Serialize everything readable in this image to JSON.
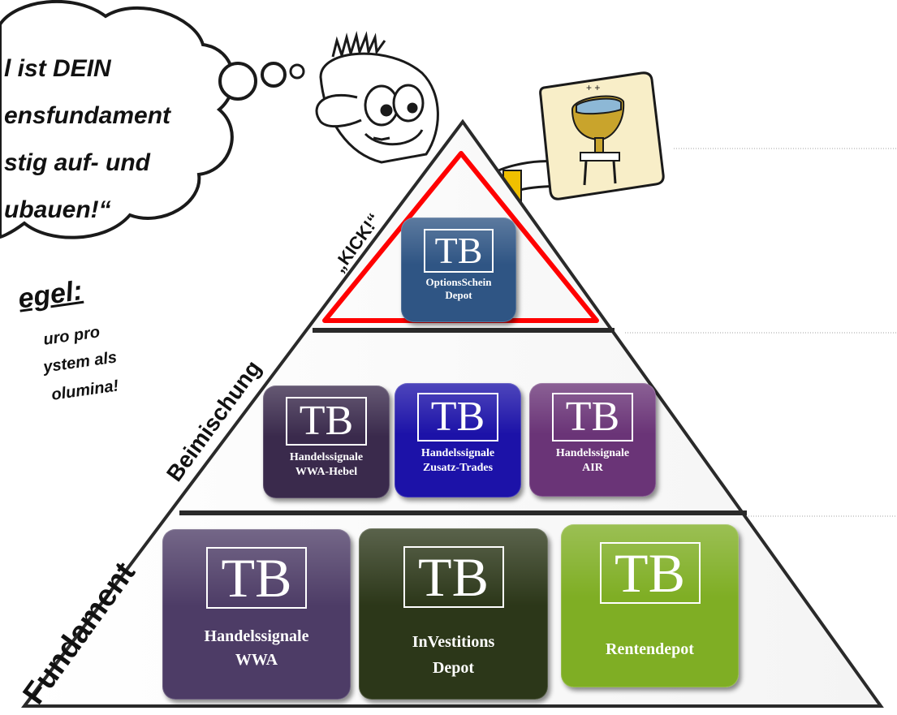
{
  "thought_bubble": {
    "line1": "l ist DEIN",
    "line2": "ensfundament",
    "line3": "stig auf- und",
    "line4": "ubauen!“"
  },
  "rule": {
    "heading": "egel:",
    "line1": "uro pro",
    "line2": "ystem als",
    "line3": "olumina!"
  },
  "levels": {
    "kick": "„KICK!“",
    "beimischung": "Beimischung",
    "fundament": "Fundament"
  },
  "logo_text": "TB",
  "tiles": {
    "options": {
      "line1": "OptionsSchein",
      "line2": "Depot",
      "color": "#2f5584"
    },
    "wwa_hebel": {
      "line1": "Handelssignale",
      "line2": "WWA-Hebel",
      "color": "#3a2a4c"
    },
    "zusatz": {
      "line1": "Handelssignale",
      "line2": "Zusatz-Trades",
      "color": "#1c12a8"
    },
    "air": {
      "line1": "Handelssignale",
      "line2": "AIR",
      "color": "#6a3477"
    },
    "wwa": {
      "line1": "Handelssignale",
      "line2": "WWA",
      "color": "#4d3c66"
    },
    "investitions": {
      "line1": "InVestitions",
      "line2": "Depot",
      "color": "#2c3719"
    },
    "rentendepot": {
      "line1": "Rentendepot",
      "color": "#7fae24"
    }
  },
  "colors": {
    "kick_outline": "#ff0000",
    "pyramid_line": "#2a2a2a",
    "trophy": "#c9a42c"
  }
}
